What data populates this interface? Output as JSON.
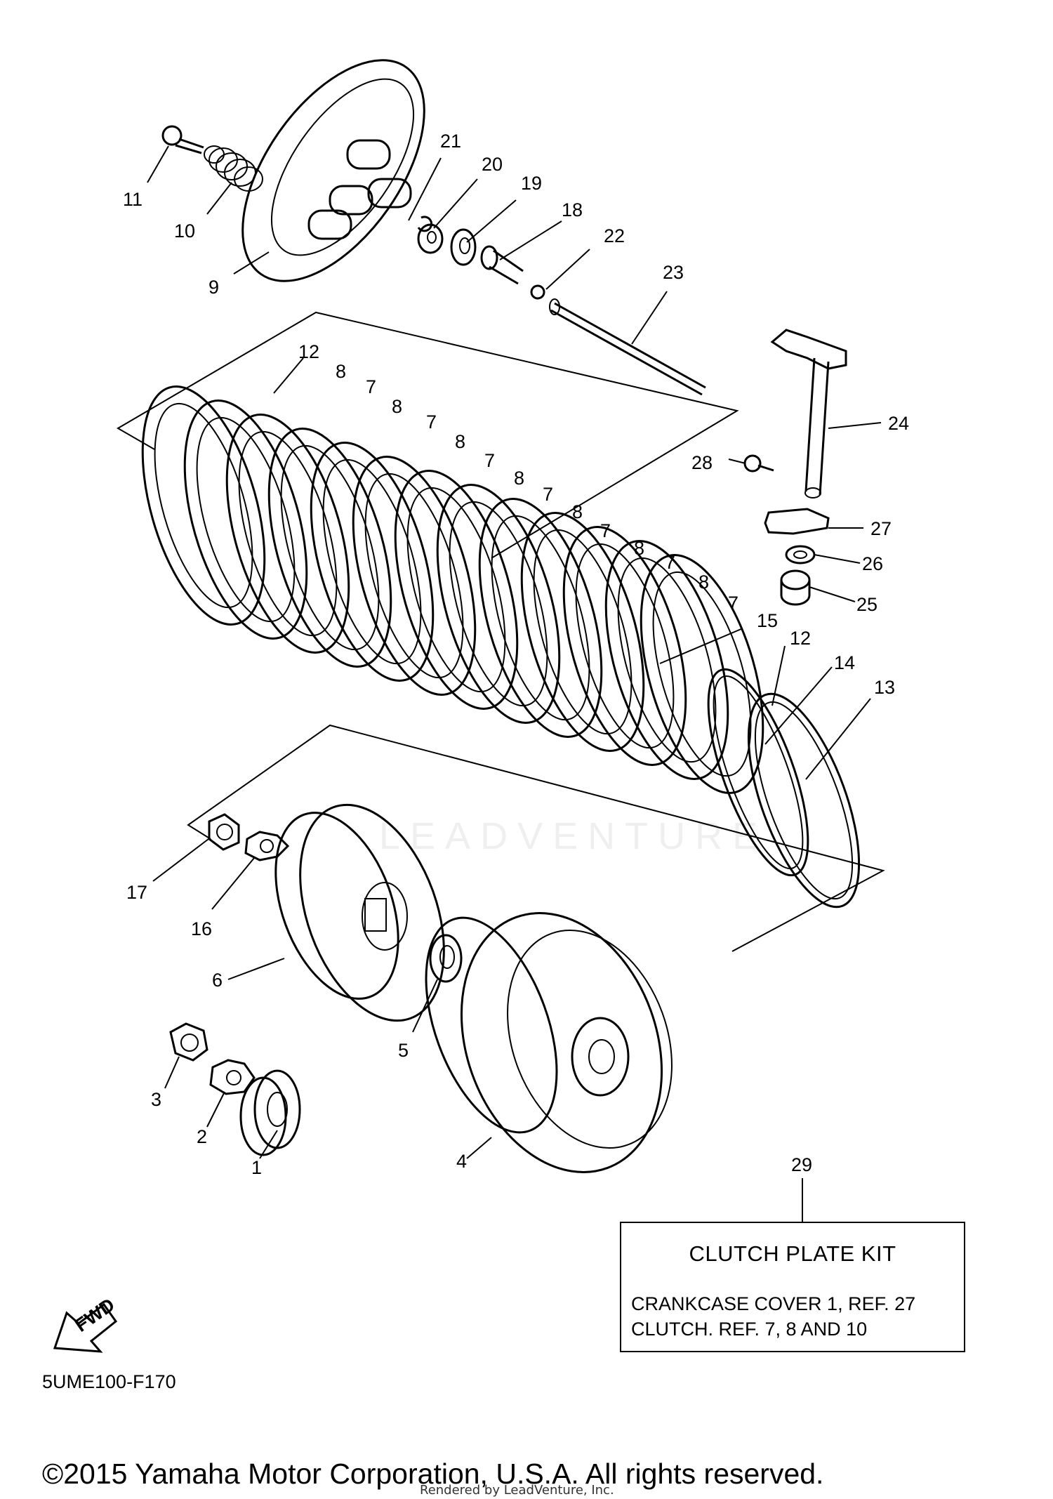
{
  "callouts": [
    "1",
    "2",
    "3",
    "4",
    "5",
    "6",
    "7",
    "8",
    "9",
    "10",
    "11",
    "12",
    "13",
    "14",
    "15",
    "16",
    "17",
    "18",
    "19",
    "20",
    "21",
    "22",
    "23",
    "24",
    "25",
    "26",
    "27",
    "28",
    "29"
  ],
  "kit_box": {
    "title": "CLUTCH PLATE KIT",
    "line1": "CRANKCASE COVER 1, REF. 27",
    "line2": "CLUTCH. REF. 7, 8 AND 10"
  },
  "fwd_label": "FWD",
  "diagram_code": "5UME100-F170",
  "copyright": "©2015 Yamaha Motor Corporation, U.S.A. All rights reserved.",
  "rendered_by": "Rendered by LeadVenture, Inc.",
  "watermark": "LEADVENTURE"
}
